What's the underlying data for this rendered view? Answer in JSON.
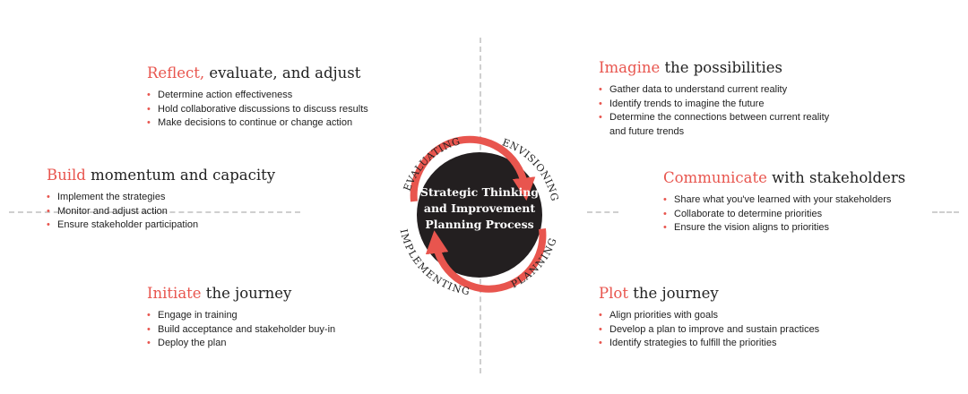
{
  "center": {
    "line1": "Strategic Thinking",
    "line2": "and Improvement",
    "line3": "Planning Process"
  },
  "phases": {
    "evaluating": "EVALUATING",
    "envisioning": "ENVISIONING",
    "planning": "PLANNING",
    "implementing": "IMPLEMENTING"
  },
  "reflect": {
    "title_hl": "Reflect,",
    "title_rest": " evaluate, and adjust",
    "items": [
      "Determine action effectiveness",
      "Hold collaborative discussions to discuss results",
      "Make decisions to continue or change action"
    ]
  },
  "imagine": {
    "title_hl": "Imagine",
    "title_rest": " the possibilities",
    "items": [
      "Gather data to understand current reality",
      "Identify trends to imagine the future",
      "Determine the connections between current reality\nand future trends"
    ]
  },
  "build": {
    "title_hl": "Build",
    "title_rest": " momentum and capacity",
    "items": [
      "Implement the strategies",
      "Monitor and adjust action",
      "Ensure stakeholder participation"
    ]
  },
  "communicate": {
    "title_hl": "Communicate",
    "title_rest": " with stakeholders",
    "items": [
      "Share what you've learned with your stakeholders",
      "Collaborate to determine priorities",
      "Ensure the vision aligns to priorities"
    ]
  },
  "initiate": {
    "title_hl": "Initiate",
    "title_rest": " the journey",
    "items": [
      "Engage in training",
      "Build acceptance and stakeholder buy-in",
      "Deploy the plan"
    ]
  },
  "plot": {
    "title_hl": "Plot",
    "title_rest": " the journey",
    "items": [
      "Align priorities with goals",
      "Develop a plan to improve and sustain practices",
      "Identify strategies to fulfill the priorities"
    ]
  },
  "colors": {
    "accent": "#e8554e",
    "circle": "#231f20",
    "divider": "#cfcfcf"
  }
}
